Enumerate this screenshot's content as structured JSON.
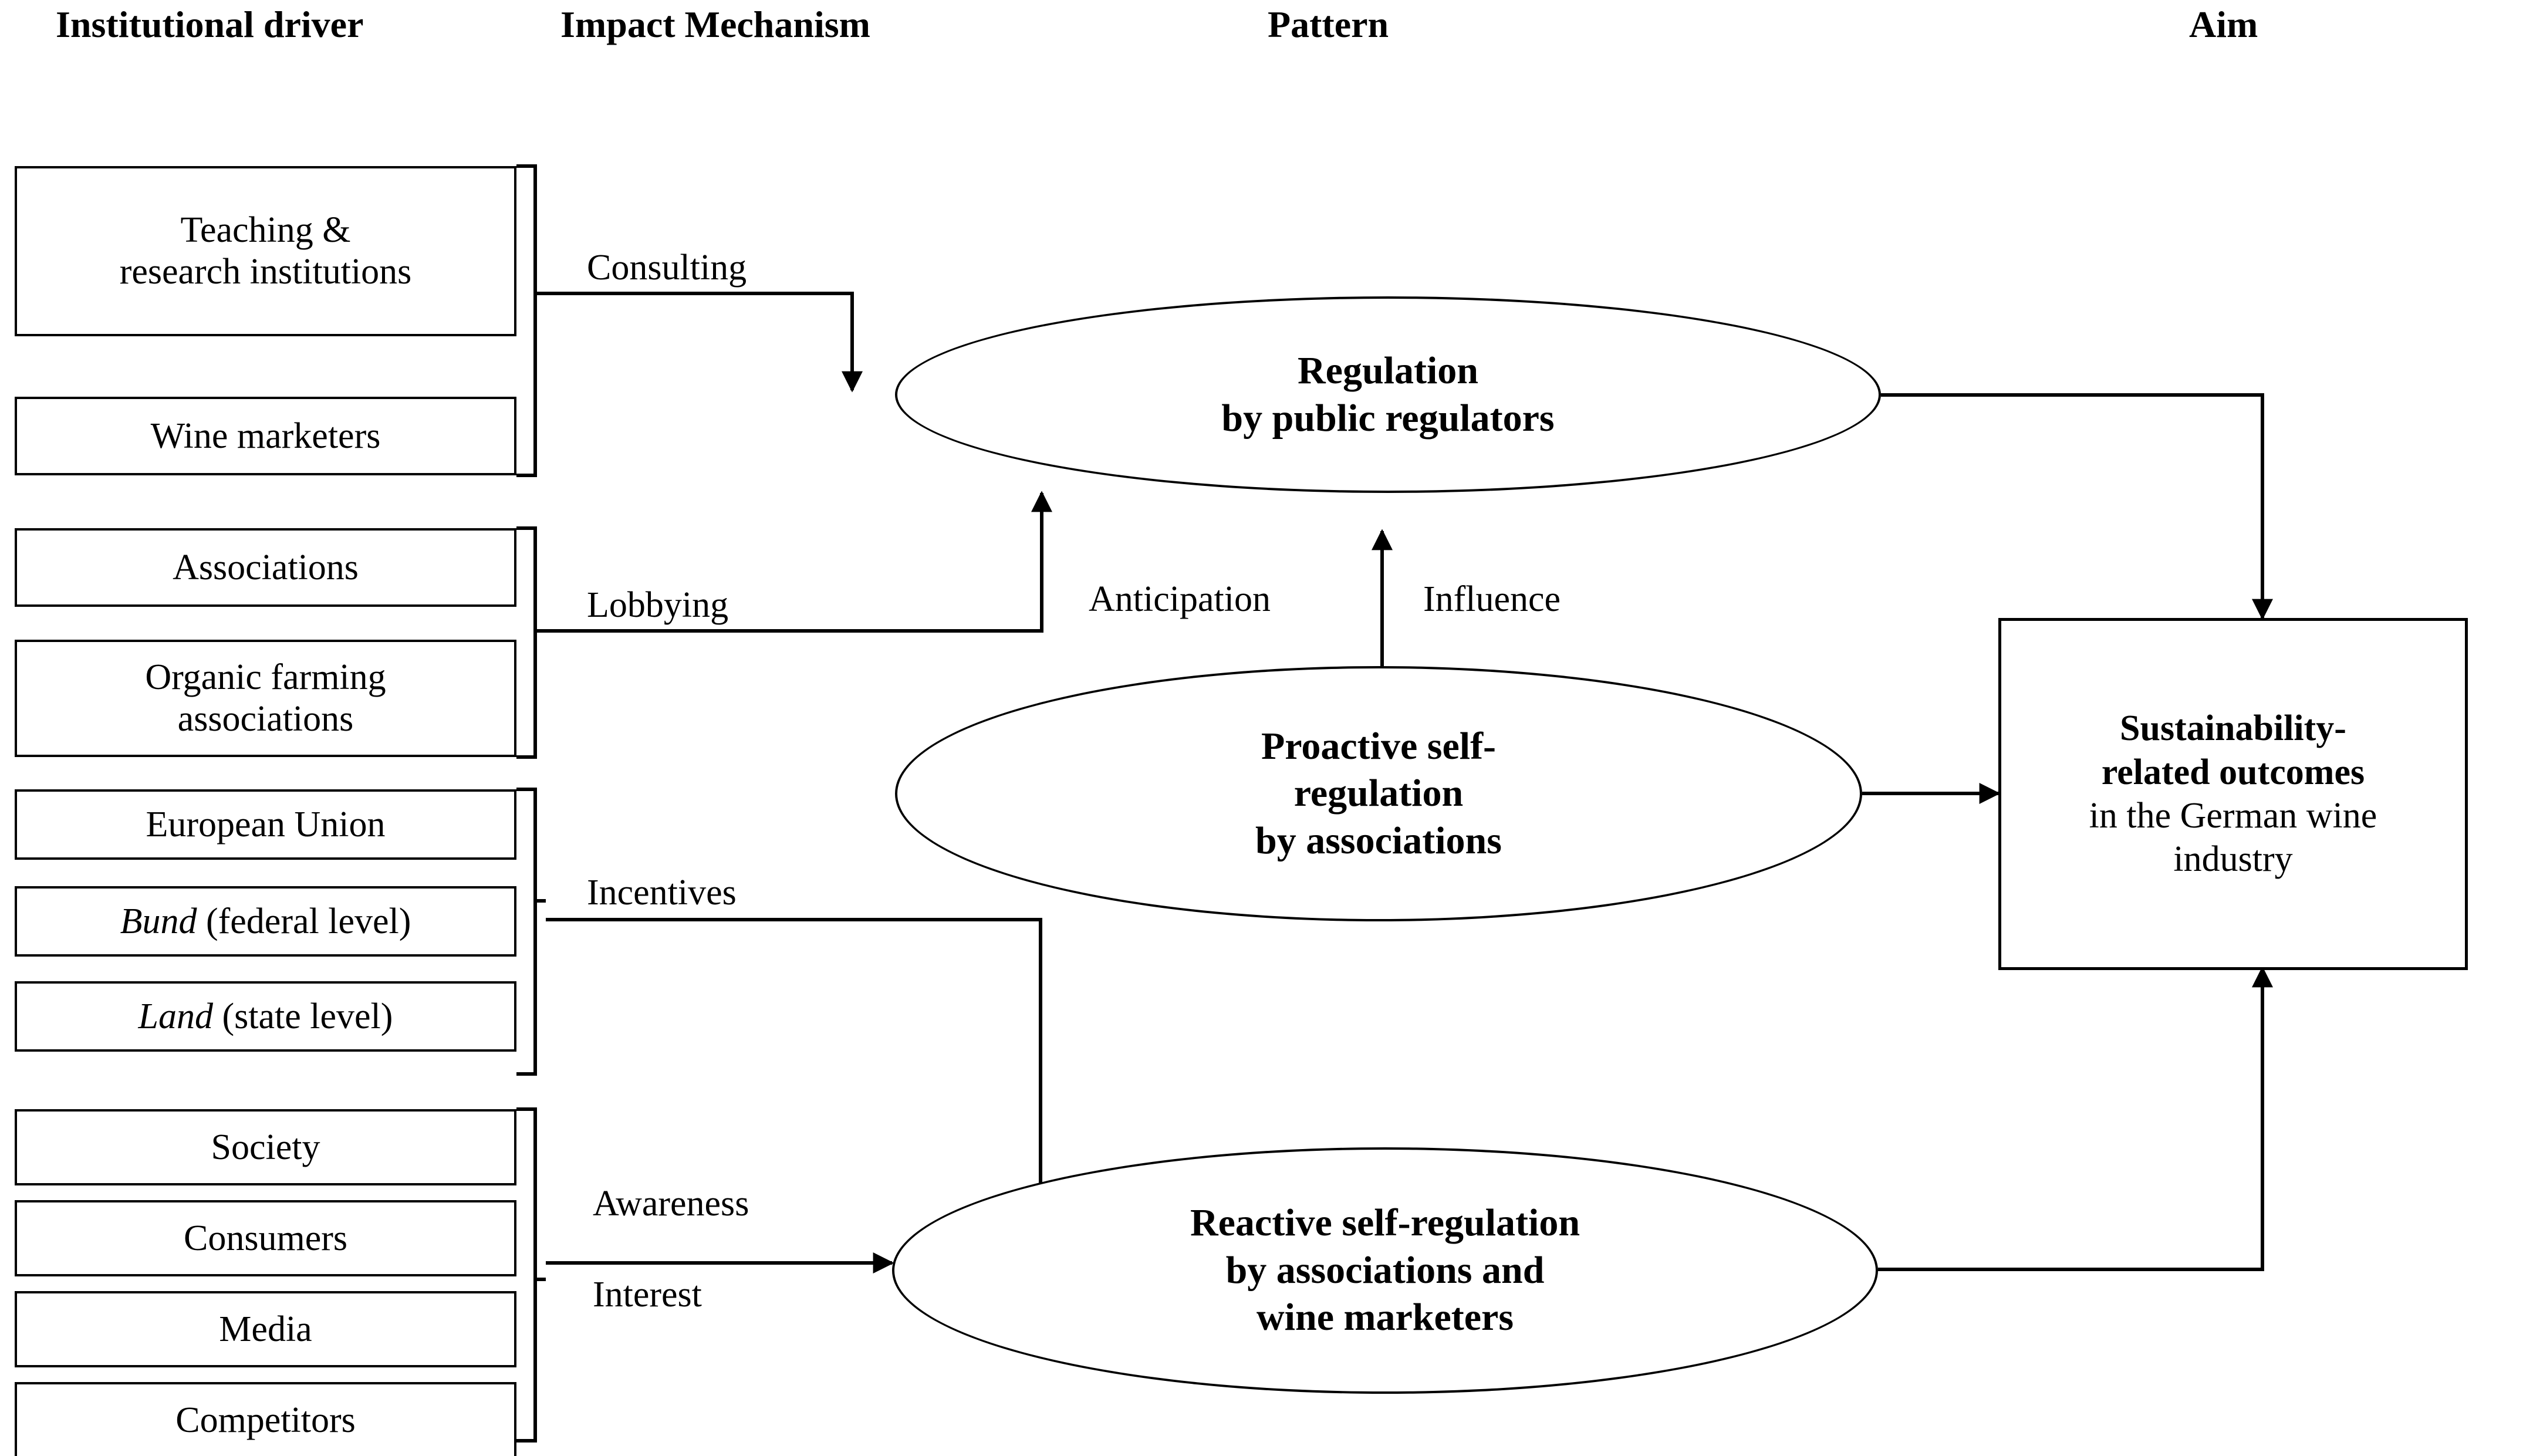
{
  "headers": [
    {
      "label": "Institutional driver"
    },
    {
      "label": "Impact Mechanism"
    },
    {
      "label": "Pattern"
    },
    {
      "label": "Aim"
    }
  ],
  "drivers": [
    {
      "label": "Teaching &\nresearch institutions",
      "group": 1
    },
    {
      "label": "Wine marketers",
      "group": 1
    },
    {
      "label": "Associations",
      "group": 2
    },
    {
      "label": "Organic farming\nassociations",
      "group": 2
    },
    {
      "label": "European Union",
      "group": 3
    },
    {
      "label": "Bund (federal level)",
      "group": 3,
      "italic_prefix": "Bund",
      "rest": " (federal level)"
    },
    {
      "label": "Land (state level)",
      "group": 3,
      "italic_prefix": "Land",
      "rest": " (state level)"
    },
    {
      "label": "Society",
      "group": 4
    },
    {
      "label": "Consumers",
      "group": 4
    },
    {
      "label": "Media",
      "group": 4
    },
    {
      "label": "Competitors",
      "group": 4
    }
  ],
  "mechanisms": [
    {
      "label": "Consulting"
    },
    {
      "label": "Lobbying"
    },
    {
      "label": "Anticipation"
    },
    {
      "label": "Influence"
    },
    {
      "label": "Incentives"
    },
    {
      "label": "Awareness"
    },
    {
      "label": "Interest"
    }
  ],
  "patterns": [
    {
      "lines": [
        "Regulation",
        "by public regulators"
      ]
    },
    {
      "lines": [
        "Proactive self-",
        "regulation",
        "by associations"
      ]
    },
    {
      "lines": [
        "Reactive self-regulation",
        "by associations and",
        "wine marketers"
      ]
    }
  ],
  "aim": {
    "bold_lines": [
      "Sustainability-",
      "related outcomes"
    ],
    "plain_lines": [
      "in the German wine",
      "industry"
    ]
  },
  "colors": {
    "stroke": "#000000",
    "background": "#ffffff",
    "text": "#000000"
  }
}
